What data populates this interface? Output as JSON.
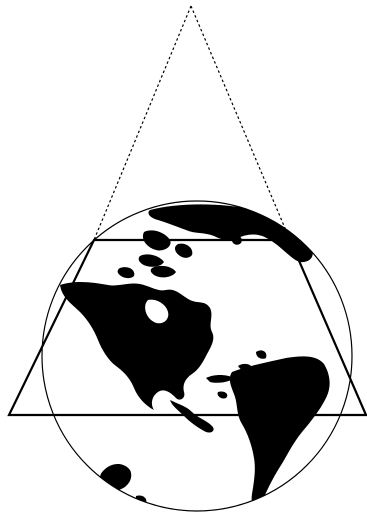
{
  "diagram": {
    "subject": "globe-projection",
    "colors": {
      "background": "#ffffff",
      "land": "#000000",
      "ocean": "#ffffff",
      "outline": "#000000"
    },
    "elements": [
      {
        "role": "projection-apex",
        "style": "dotted-lines"
      },
      {
        "role": "globe",
        "style": "thin-outline"
      },
      {
        "role": "projection-plane",
        "style": "thick-trapezoid"
      }
    ]
  }
}
